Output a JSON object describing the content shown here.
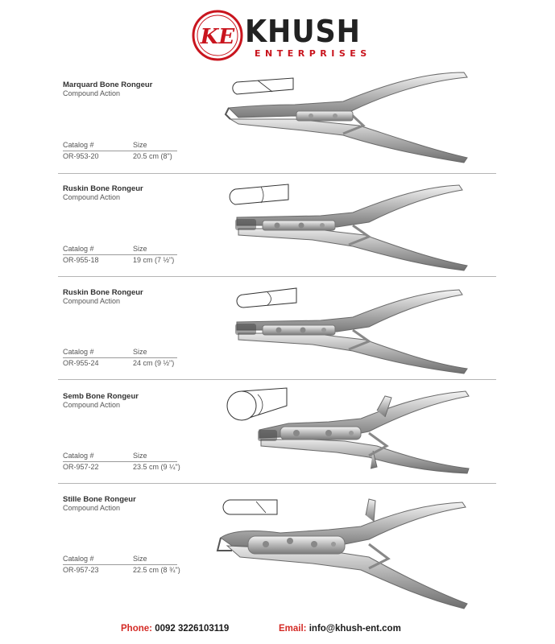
{
  "brand": {
    "mark": "KE",
    "name": "KHUSH",
    "tagline": "ENTERPRISES",
    "color": "#c9151e"
  },
  "labels": {
    "catalog": "Catalog #",
    "size": "Size"
  },
  "products": [
    {
      "name": "Marquard Bone Rongeur",
      "action": "Compound Action",
      "catalog": "OR-953-20",
      "size": "20.5 cm (8\")"
    },
    {
      "name": "Ruskin Bone Rongeur",
      "action": "Compound Action",
      "catalog": "OR-955-18",
      "size": "19 cm (7 ½\")"
    },
    {
      "name": "Ruskin Bone Rongeur",
      "action": "Compound Action",
      "catalog": "OR-955-24",
      "size": "24 cm (9 ½\")"
    },
    {
      "name": "Semb Bone Rongeur",
      "action": "Compound Action",
      "catalog": "OR-957-22",
      "size": "23.5 cm (9 ¼\")"
    },
    {
      "name": "Stille Bone Rongeur",
      "action": "Compound Action",
      "catalog": "OR-957-23",
      "size": "22.5 cm (8 ¾\")"
    }
  ],
  "footer": {
    "phone_label": "Phone:",
    "phone": "0092 3226103119",
    "email_label": "Email:",
    "email": "info@khush-ent.com"
  }
}
